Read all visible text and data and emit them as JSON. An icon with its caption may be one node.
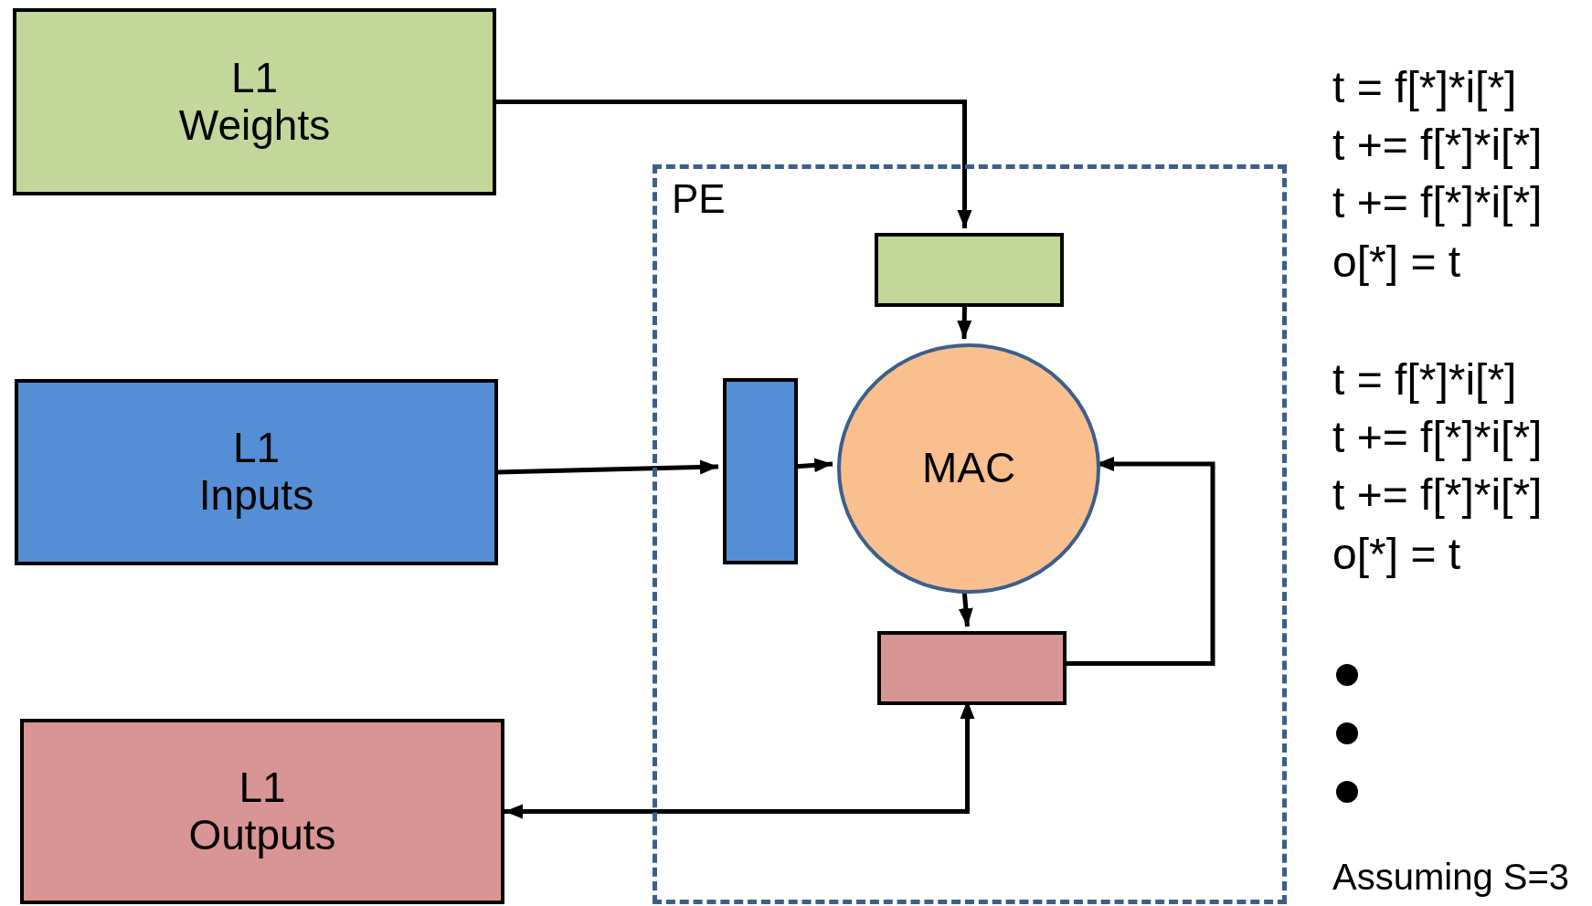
{
  "diagram": {
    "nodes": [
      {
        "text": [
          "L1 Weights"
        ]
      },
      {
        "text": [
          "PE"
        ]
      },
      {
        "text": [],
        "shape": "box",
        "in": 1
      },
      {
        "text": [],
        "shape": "box",
        "in": 1
      },
      {
        "text": [
          "MAC"
        ],
        "in": 1
      },
      {
        "text": [],
        "shape": "box",
        "in": 1
      },
      {
        "text": [
          "L1 Inputs"
        ]
      },
      {
        "text": [
          "L1 Outputs"
        ]
      }
    ],
    "edges": [
      {
        "from": 0,
        "to": 2,
        "arrow": "to"
      },
      {
        "from": 2,
        "to": 4,
        "arrow": "to"
      },
      {
        "from": 6,
        "to": 3,
        "arrow": "to"
      },
      {
        "from": 3,
        "to": 4,
        "arrow": "to"
      },
      {
        "from": 4,
        "to": 5,
        "arrow": "to"
      },
      {
        "from": 5,
        "to": 4,
        "arrow": "to"
      },
      {
        "from": 5,
        "to": 7,
        "arrow": "both"
      }
    ],
    "labels": [
      "t = f[*]*i[*]",
      "t += f[*]*i[*]",
      "t += f[*]*i[*]",
      "o[*] = t",
      "t = f[*]*i[*]",
      "t += f[*]*i[*]",
      "t += f[*]*i[*]",
      "o[*] = t",
      "Assuming S=3"
    ]
  }
}
